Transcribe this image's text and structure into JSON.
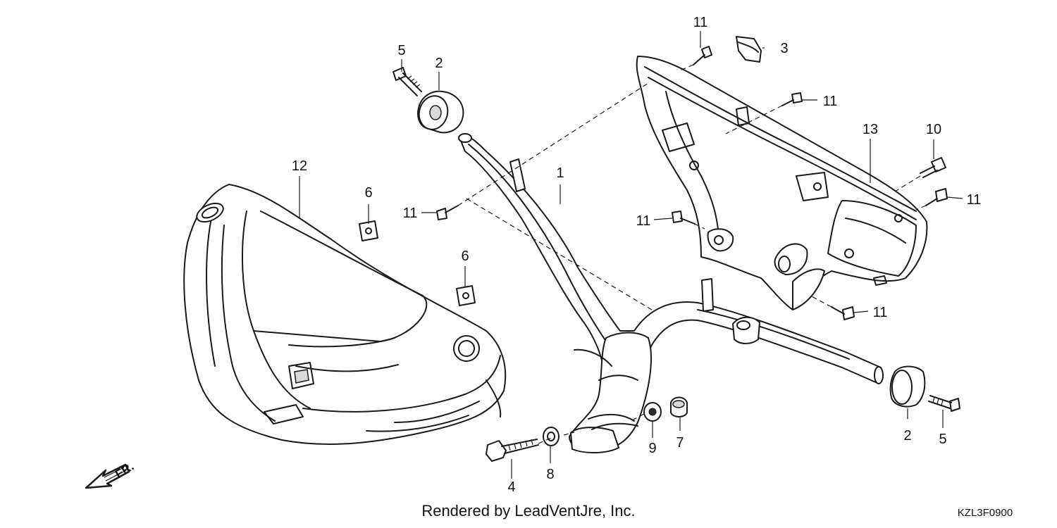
{
  "diagram": {
    "callouts": [
      {
        "id": "c1",
        "label": "1"
      },
      {
        "id": "c2a",
        "label": "2"
      },
      {
        "id": "c2b",
        "label": "2"
      },
      {
        "id": "c3",
        "label": "3"
      },
      {
        "id": "c4",
        "label": "4"
      },
      {
        "id": "c5a",
        "label": "5"
      },
      {
        "id": "c5b",
        "label": "5"
      },
      {
        "id": "c6a",
        "label": "6"
      },
      {
        "id": "c6b",
        "label": "6"
      },
      {
        "id": "c7",
        "label": "7"
      },
      {
        "id": "c8",
        "label": "8"
      },
      {
        "id": "c9",
        "label": "9"
      },
      {
        "id": "c10",
        "label": "10"
      },
      {
        "id": "c11a",
        "label": "11"
      },
      {
        "id": "c11b",
        "label": "11"
      },
      {
        "id": "c11c",
        "label": "11"
      },
      {
        "id": "c11d",
        "label": "11"
      },
      {
        "id": "c11e",
        "label": "11"
      },
      {
        "id": "c11f",
        "label": "11"
      },
      {
        "id": "c12",
        "label": "12"
      },
      {
        "id": "c13",
        "label": "13"
      }
    ],
    "front_marker": "FR.",
    "footer_text": "Rendered by LeadVentJre, Inc.",
    "diagram_code": "KZL3F0900"
  }
}
